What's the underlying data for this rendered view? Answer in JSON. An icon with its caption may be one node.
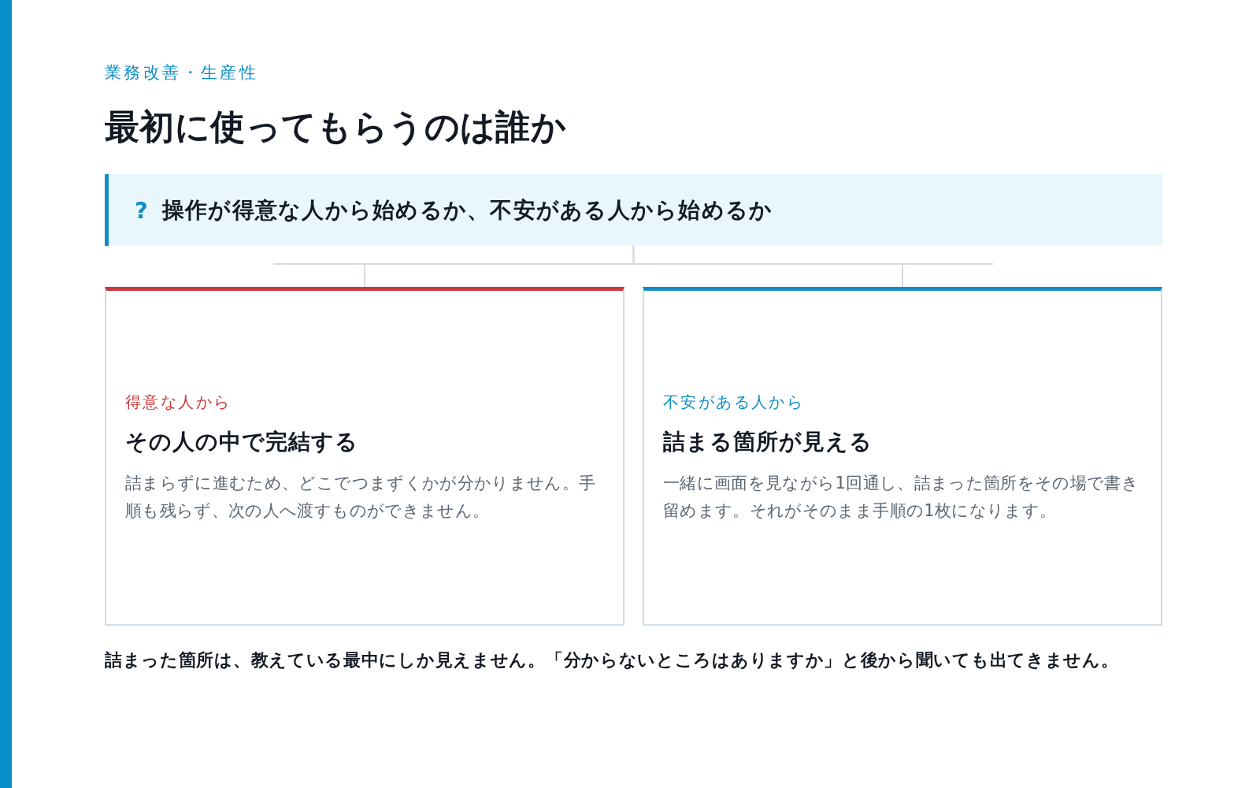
{
  "diagram": {
    "title": "最初に使ってもらうのは誰か",
    "nodes": [
      {
        "text": [
          "?",
          "操作が得意な人から始めるか、不安がある人から始めるか"
        ]
      },
      {
        "text": [
          "得意な人から",
          "その人の中で完結する",
          "詰まらずに進むため、どこでつまずくかが分かりません。手順も残らず、次の人へ渡すものができません。"
        ]
      },
      {
        "text": [
          "不安がある人から",
          "詰まる箇所が見える",
          "一緒に画面を見ながら1回通し、詰まった箇所をその場で書き留めます。それがそのまま手順の1枚になります。"
        ]
      }
    ],
    "edges": [
      {
        "from": 0,
        "to": 1,
        "arrow": "none"
      },
      {
        "from": 0,
        "to": 2,
        "arrow": "none"
      }
    ],
    "labels": [
      "業務改善・生産性",
      "詰まった箇所は、教えている最中にしか見えません。「分からないところはありますか」と後から聞いても出てきません。"
    ]
  }
}
